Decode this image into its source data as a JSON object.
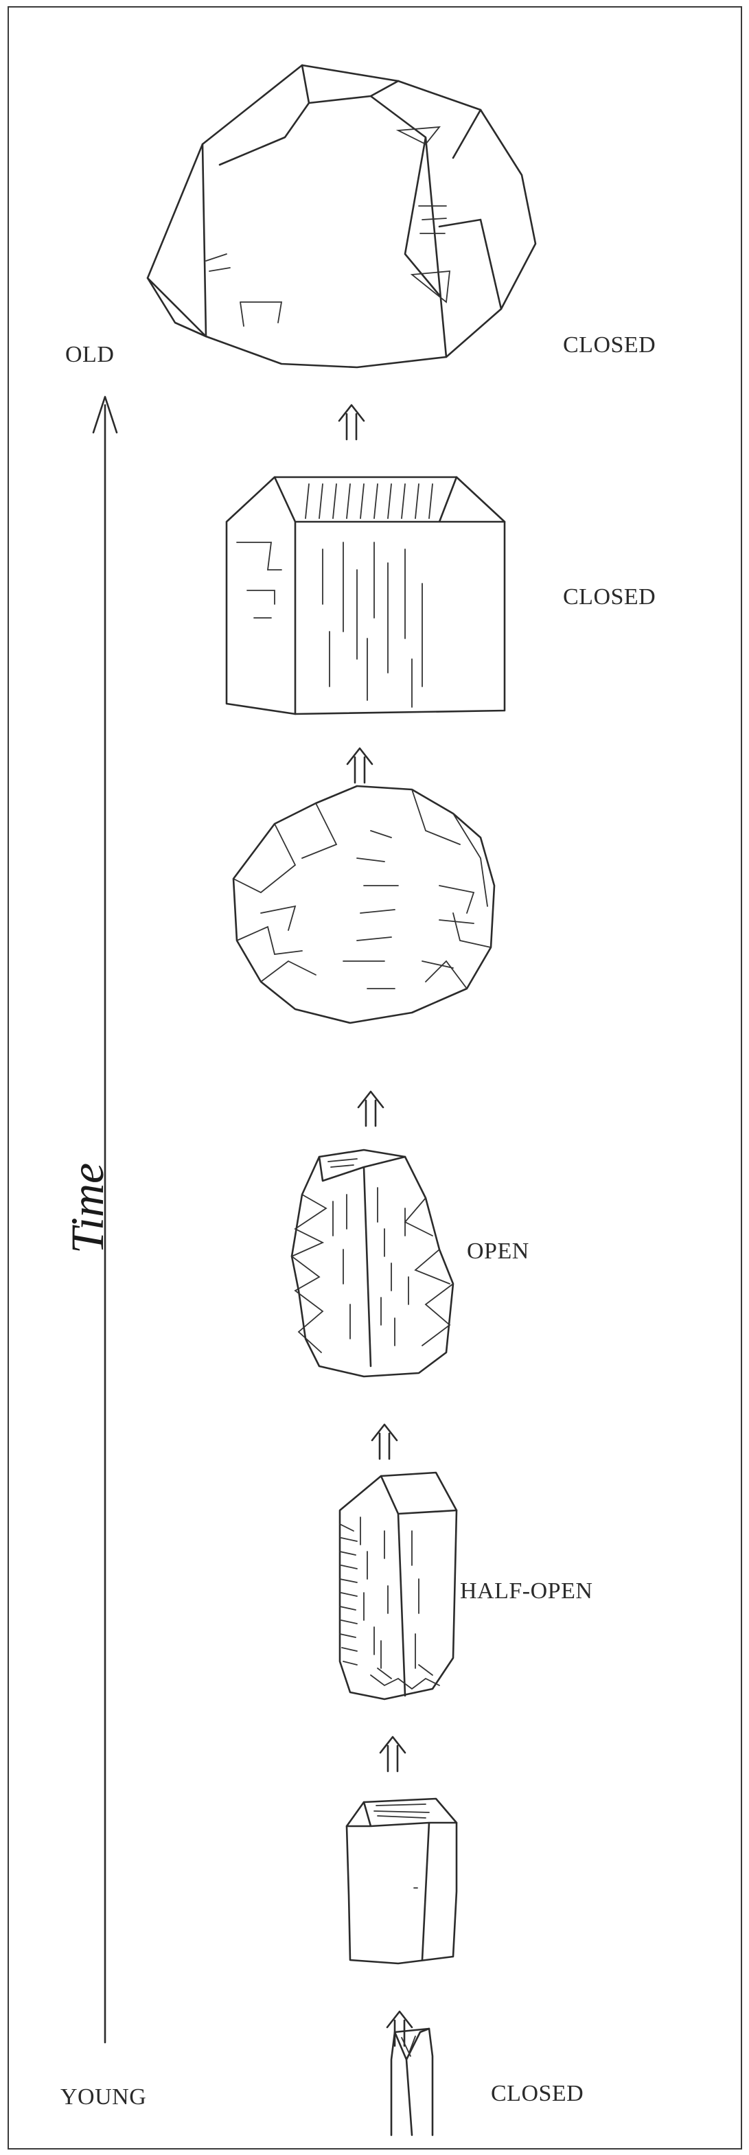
{
  "axis": {
    "old_label": "OLD",
    "young_label": "YOUNG",
    "time_label": "Time"
  },
  "stages": [
    {
      "label": "CLOSED"
    },
    {
      "label": "CLOSED"
    },
    {
      "label": ""
    },
    {
      "label": "OPEN"
    },
    {
      "label": "HALF-OPEN"
    },
    {
      "label": ""
    },
    {
      "label": "CLOSED"
    }
  ]
}
